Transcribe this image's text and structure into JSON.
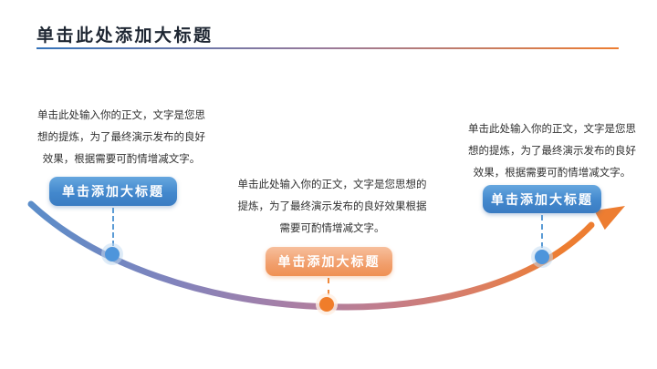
{
  "header": {
    "title": "单击此处添加大标题"
  },
  "blocks": [
    {
      "position": "left",
      "lines": [
        "单击此处输入你的正文，文字是您思",
        "想的提炼，为了最终演示发布的良好",
        "效果，根据需要可酌情增减文字。"
      ],
      "badge_label": "单击添加大标题",
      "accent_color": "#4F93D9"
    },
    {
      "position": "middle",
      "lines": [
        "单击此处输入你的正文，文字是您思想的",
        "提炼，为了最终演示发布的良好效果根据",
        "需要可酌情增减文字。"
      ],
      "badge_label": "单击添加大标题",
      "accent_color": "#ED7D31"
    },
    {
      "position": "right",
      "lines": [
        "单击此处输入你的正文，文字是您思",
        "想的提炼，为了最终演示发布的良好",
        "效果，根据需要可酌情增减文字。"
      ],
      "badge_label": "单击添加大标题",
      "accent_color": "#4F93D9"
    }
  ],
  "colors": {
    "title_text": "#1F2733",
    "body_text": "#303030",
    "divider_gradient_start": "#3573B9",
    "divider_gradient_end": "#ED7D31",
    "curve_gradient": [
      "#5B8DC9",
      "#8183BC",
      "#A77FA6",
      "#C27D8B",
      "#DB7E63",
      "#ED7D31"
    ],
    "badge_blue": "#4388CD",
    "badge_orange": "#F19E6B",
    "node_blue": "#4E95DB",
    "node_orange": "#F07D2A"
  }
}
